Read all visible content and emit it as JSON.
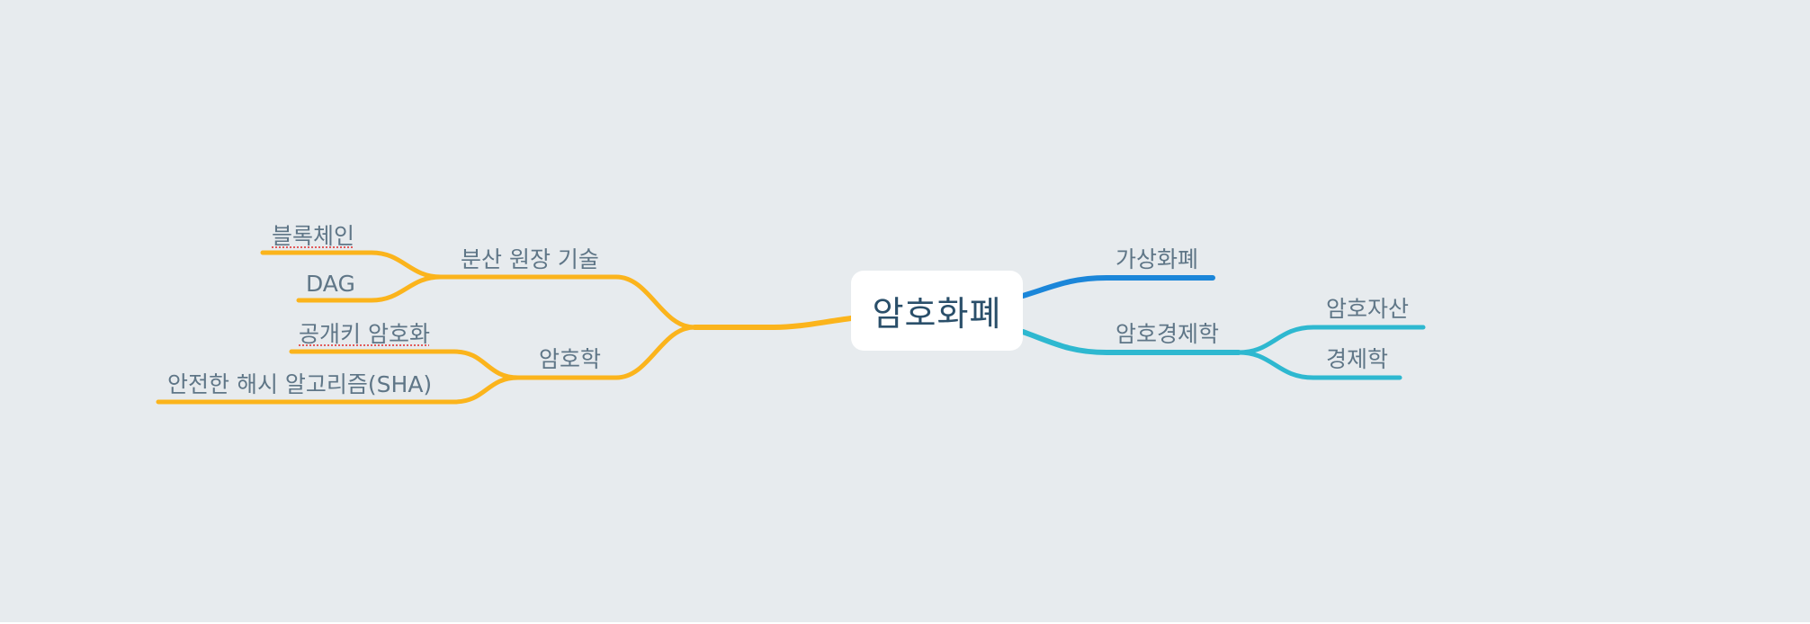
{
  "central_topic": "암호화폐",
  "branches": {
    "distributed_ledger": {
      "label": "분산 원장 기술",
      "children": [
        "블록체인",
        "DAG"
      ]
    },
    "cryptography": {
      "label": "암호학",
      "children": [
        "공개키 암호화",
        "안전한 해시 알고리즘(SHA)"
      ]
    },
    "virtual_currency": {
      "label": "가상화폐"
    },
    "crypto_economics": {
      "label": "암호경제학",
      "children": [
        "암호자산",
        "경제학"
      ]
    }
  },
  "colors": {
    "background": "#e7ebee",
    "left_branch": "#fbb41c",
    "virtual_currency_branch": "#1b86d9",
    "crypto_economics_branch": "#2eb8d0",
    "root_text": "#2a4f6a",
    "topic_text": "#5f7687"
  }
}
